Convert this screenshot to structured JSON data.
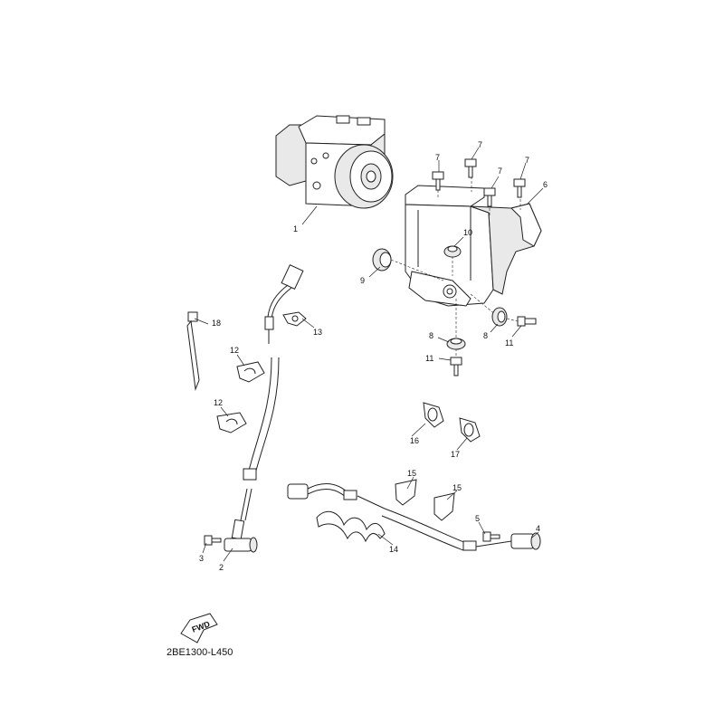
{
  "diagram": {
    "part_code": "2BE1300-L450",
    "fwd_label": "FWD",
    "callouts": {
      "c1": "1",
      "c2": "2",
      "c3": "3",
      "c4": "4",
      "c5": "5",
      "c6": "6",
      "c7a": "7",
      "c7b": "7",
      "c7c": "7",
      "c7d": "7",
      "c8a": "8",
      "c8b": "8",
      "c9": "9",
      "c10": "10",
      "c11a": "11",
      "c11b": "11",
      "c12a": "12",
      "c12b": "12",
      "c13": "13",
      "c14": "14",
      "c15a": "15",
      "c15b": "15",
      "c16": "16",
      "c17": "17",
      "c18": "18"
    }
  }
}
